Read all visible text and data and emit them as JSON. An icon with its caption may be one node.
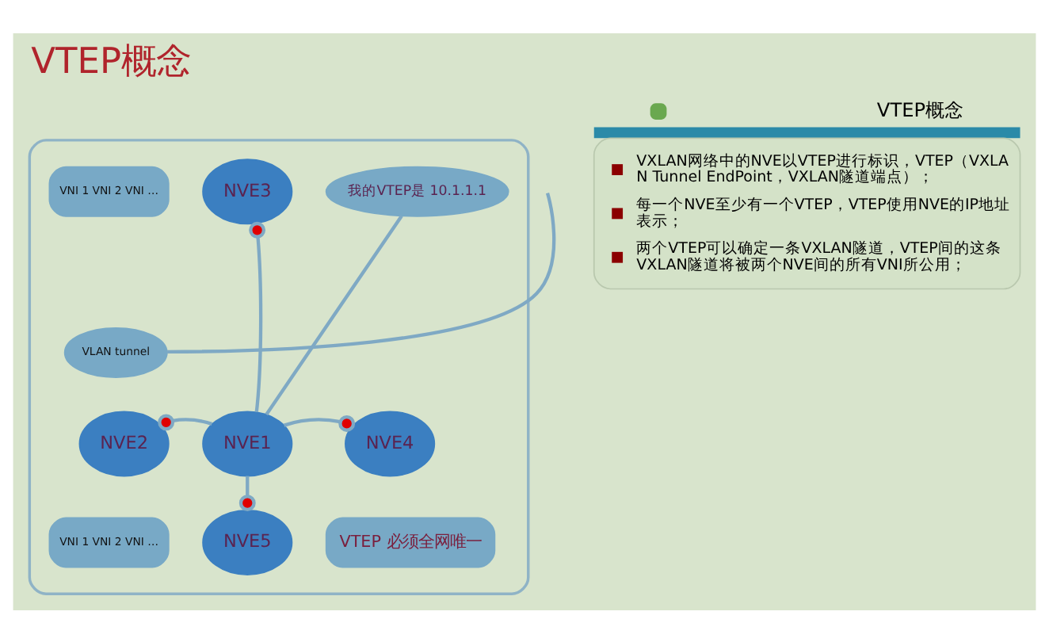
{
  "diagram": {
    "title": "VTEP概念",
    "nodes": [
      {
        "text": [],
        "shape": "box"
      },
      {
        "text": [
          "VNI 1 VNI 2 VNI …"
        ],
        "in": 0
      },
      {
        "text": [
          "NVE3"
        ],
        "in": 0
      },
      {
        "text": [
          "我的VTEP是 10.1.1.1"
        ],
        "in": 0
      },
      {
        "text": [
          "VLAN tunnel"
        ],
        "in": 0
      },
      {
        "text": [
          "NVE2"
        ],
        "in": 0
      },
      {
        "text": [
          "NVE1"
        ],
        "in": 0
      },
      {
        "text": [
          "NVE4"
        ],
        "in": 0
      },
      {
        "text": [
          "VNI 1 VNI 2 VNI …"
        ],
        "in": 0
      },
      {
        "text": [
          "NVE5"
        ],
        "in": 0
      },
      {
        "text": [
          "VTEP 必须全网唯一"
        ],
        "in": 0
      },
      {
        "text": [
          "VTEP概念",
          "VXLAN网络中的NVE以VTEP进行标识，VTEP（VXLAN Tunnel EndPoint，VXLAN隧道端点）；",
          "每一个NVE至少有一个VTEP，VTEP使用NVE的IP地址表示；",
          "两个VTEP可以确定一条VXLAN隧道，VTEP间的这条VXLAN隧道将被两个NVE间的所有VNI所公用；"
        ]
      }
    ],
    "edges": [
      {
        "from": 6,
        "to": 2,
        "arrow": "other"
      },
      {
        "from": 6,
        "to": 5,
        "arrow": "other"
      },
      {
        "from": 6,
        "to": 7,
        "arrow": "other"
      },
      {
        "from": 6,
        "to": 9,
        "arrow": "other"
      },
      {
        "from": 3,
        "to": 6,
        "arrow": "none"
      },
      {
        "from": 4,
        "to": null,
        "arrow": "none"
      }
    ]
  }
}
